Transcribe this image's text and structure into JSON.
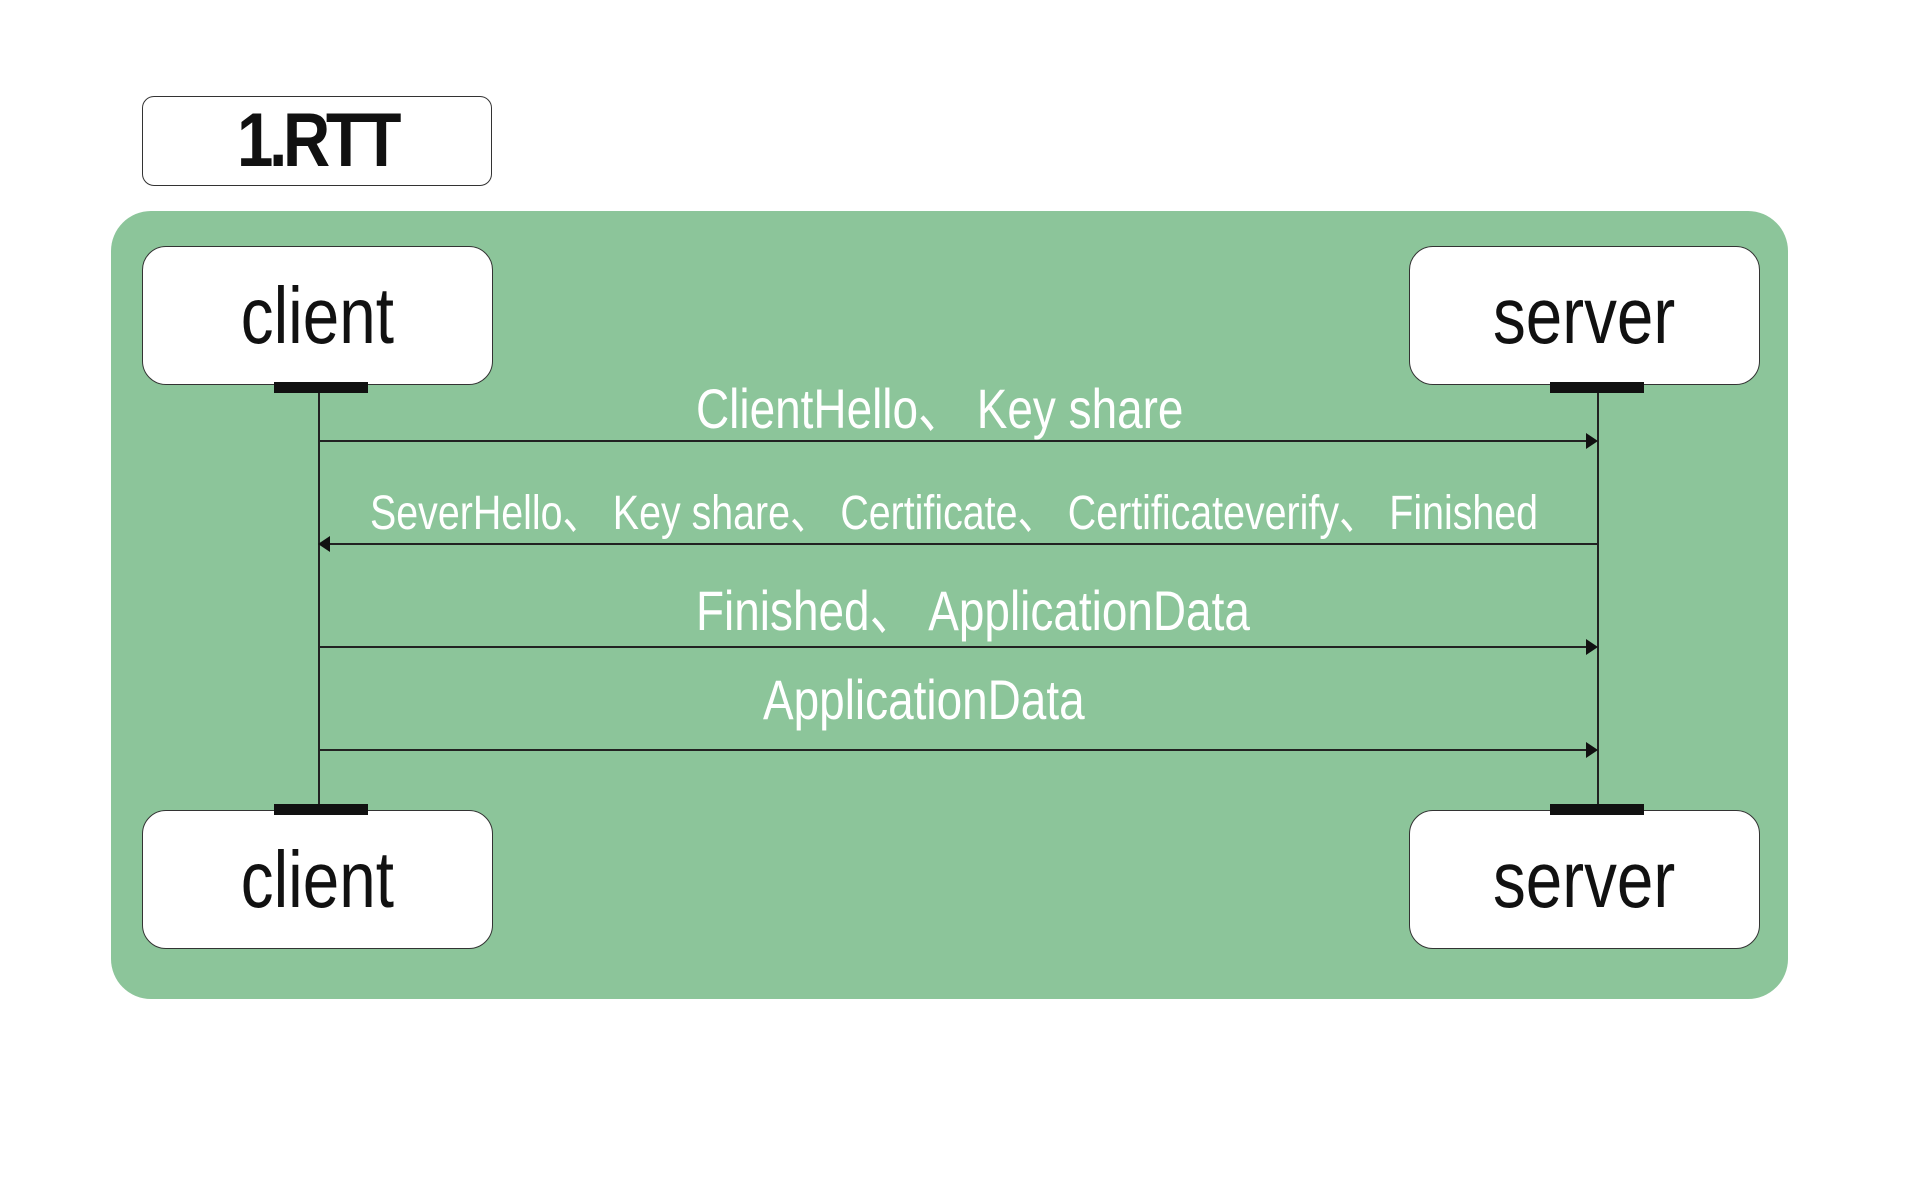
{
  "title": "1.RTT",
  "participants": {
    "client": "client",
    "server": "server"
  },
  "messages": [
    {
      "label": "ClientHello、 Key share",
      "from": "client",
      "to": "server"
    },
    {
      "label": "SeverHello、 Key share、 Certificate、 Certificateverify、 Finished",
      "from": "server",
      "to": "client"
    },
    {
      "label": "Finished、 ApplicationData",
      "from": "client",
      "to": "server"
    },
    {
      "label": "ApplicationData",
      "from": "client",
      "to": "server"
    }
  ],
  "colors": {
    "panel": "#8cc59a",
    "box": "#ffffff",
    "line": "#222222",
    "label": "#ffffff"
  }
}
